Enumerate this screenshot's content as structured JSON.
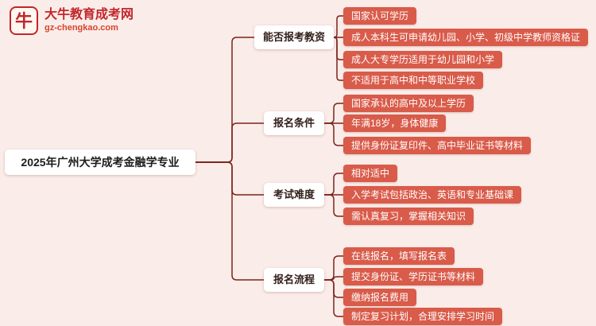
{
  "logo": {
    "title": "大牛教育成考网",
    "subtitle": "gz-chengkao.com",
    "icon": "bull-logo-icon"
  },
  "root": {
    "label": "2025年广州大学成考金融学专业"
  },
  "branches": [
    {
      "label": "能否报考教资",
      "children": [
        "国家认可学历",
        "成人本科生可申请幼儿园、小学、初级中学教师资格证",
        "成人大专学历适用于幼儿园和小学",
        "不适用于高中和中等职业学校"
      ]
    },
    {
      "label": "报名条件",
      "children": [
        "国家承认的高中及以上学历",
        "年满18岁，身体健康",
        "提供身份证复印件、高中毕业证书等材料"
      ]
    },
    {
      "label": "考试难度",
      "children": [
        "相对适中",
        "入学考试包括政治、英语和专业基础课",
        "需认真复习，掌握相关知识"
      ]
    },
    {
      "label": "报名流程",
      "children": [
        "在线报名，填写报名表",
        "提交身份证、学历证书等材料",
        "缴纳报名费用",
        "制定复习计划，合理安排学习时间"
      ]
    }
  ],
  "colors": {
    "background": "#faece8",
    "leaf_bg": "#d95b4a",
    "leaf_text": "#ffffff",
    "node_bg": "#ffffff",
    "line": "#7a231c",
    "logo_red": "#c1272d"
  }
}
